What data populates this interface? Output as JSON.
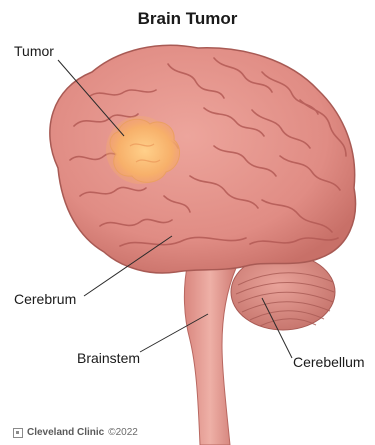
{
  "title": "Brain Tumor",
  "labels": {
    "tumor": "Tumor",
    "cerebrum": "Cerebrum",
    "brainstem": "Brainstem",
    "cerebellum": "Cerebellum"
  },
  "footer": {
    "brand": "Cleveland Clinic",
    "copyright": "©2022"
  },
  "colors": {
    "cerebrum": "#e39088",
    "sulci": "#b35a55",
    "tumor": "#f7b06a",
    "cerebellum": "#d98e86",
    "brainstem": "#e8a59c"
  }
}
